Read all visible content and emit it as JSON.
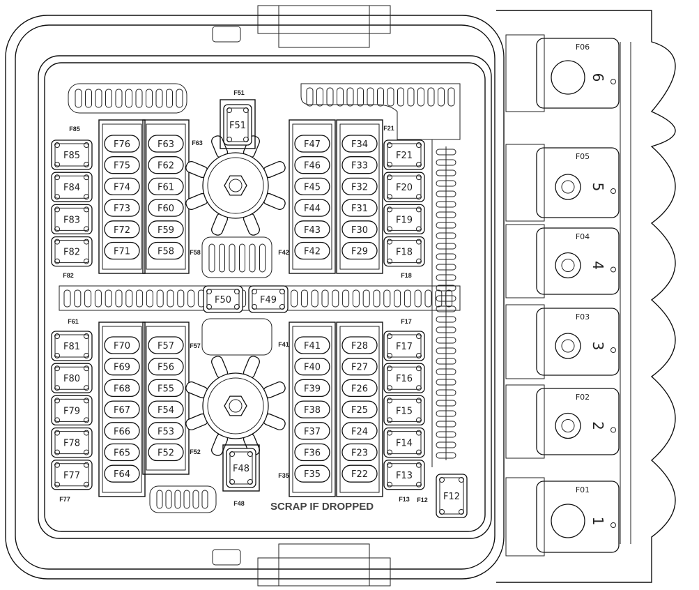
{
  "title_stamp": "SCRAP IF DROPPED",
  "colors": {
    "line": "#111111",
    "background": "#ffffff"
  },
  "small_fuses_left_top": [
    "F85",
    "F84",
    "F83",
    "F82"
  ],
  "small_fuses_left_bottom": [
    "F81",
    "F80",
    "F79",
    "F78",
    "F77"
  ],
  "small_fuses_right_top": [
    "F21",
    "F20",
    "F19",
    "F18"
  ],
  "small_fuses_right_bottom": [
    "F17",
    "F16",
    "F15",
    "F14",
    "F13"
  ],
  "mini_columns_top": [
    [
      "F76",
      "F75",
      "F74",
      "F73",
      "F72",
      "F71"
    ],
    [
      "F63",
      "F62",
      "F61",
      "F60",
      "F59",
      "F58"
    ],
    [
      "F47",
      "F46",
      "F45",
      "F44",
      "F43",
      "F42"
    ],
    [
      "F34",
      "F33",
      "F32",
      "F31",
      "F30",
      "F29"
    ]
  ],
  "mini_columns_bottom": [
    [
      "F70",
      "F69",
      "F68",
      "F67",
      "F66",
      "F65",
      "F64"
    ],
    [
      "F57",
      "F56",
      "F55",
      "F54",
      "F53",
      "F52"
    ],
    [
      "F41",
      "F40",
      "F39",
      "F38",
      "F37",
      "F36",
      "F35"
    ],
    [
      "F28",
      "F27",
      "F26",
      "F25",
      "F24",
      "F23",
      "F22"
    ]
  ],
  "center_fuses": {
    "f51": "F51",
    "f50": "F50",
    "f49": "F49",
    "f48": "F48",
    "f12": "F12"
  },
  "mega_fuses": [
    {
      "label": "F06",
      "number": "6"
    },
    {
      "label": "F05",
      "number": "5"
    },
    {
      "label": "F04",
      "number": "4"
    },
    {
      "label": "F03",
      "number": "3"
    },
    {
      "label": "F02",
      "number": "2"
    },
    {
      "label": "F01",
      "number": "1"
    }
  ],
  "position_markers": [
    "F85",
    "F63",
    "F51",
    "F21",
    "F58",
    "F42",
    "F18",
    "F82",
    "F61",
    "F57",
    "F41",
    "F17",
    "F52",
    "F35",
    "F48",
    "F13",
    "F12",
    "F77"
  ]
}
